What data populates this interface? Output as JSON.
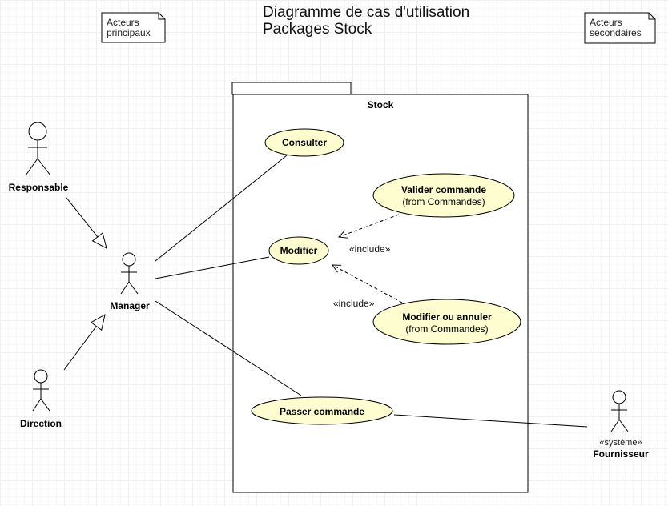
{
  "title": {
    "line1": "Diagramme de cas d'utilisation",
    "line2": "Packages Stock"
  },
  "notes": {
    "primary": {
      "line1": "Acteurs",
      "line2": "principaux"
    },
    "secondary": {
      "line1": "Acteurs",
      "line2": "secondaires"
    }
  },
  "package": {
    "name": "Stock"
  },
  "actors": {
    "responsable": "Responsable",
    "manager": "Manager",
    "direction": "Direction",
    "fournisseur": "Fournisseur",
    "fournisseur_stereotype": "«système»"
  },
  "use_cases": {
    "consulter": "Consulter",
    "modifier": "Modifier",
    "valider": {
      "name": "Valider commande",
      "from": "(from Commandes)"
    },
    "modifier_annuler": {
      "name": "Modifier ou annuler",
      "from": "(from Commandes)"
    },
    "passer": "Passer commande"
  },
  "relations": {
    "include_1": "«include»",
    "include_2": "«include»"
  },
  "colors": {
    "usecase_fill": "#fdfdd0",
    "stroke": "#000000"
  }
}
